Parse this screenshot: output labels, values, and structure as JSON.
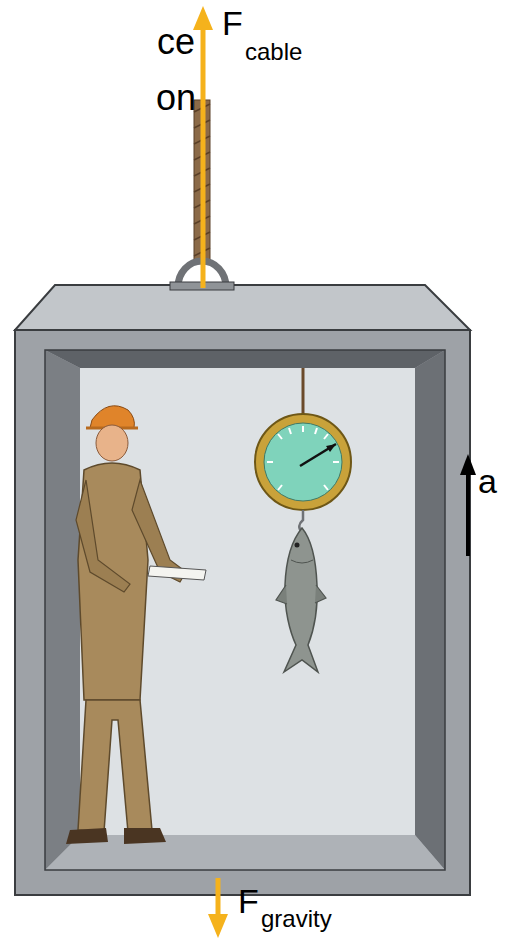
{
  "diagram": {
    "labels": [
      "ce",
      "on",
      "F",
      "cable",
      "F",
      "gravity",
      "a"
    ]
  }
}
